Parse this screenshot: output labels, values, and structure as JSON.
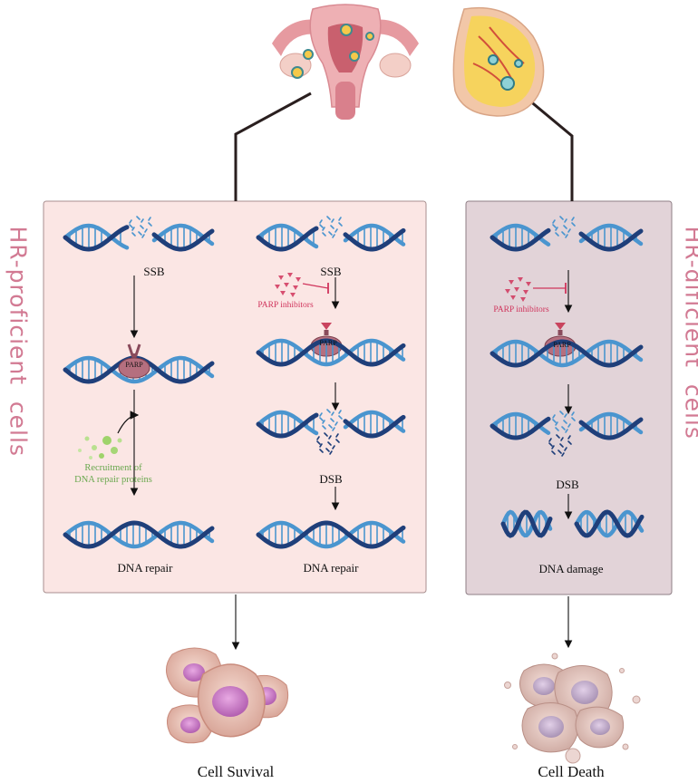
{
  "side_labels": {
    "left": "HR-proficient  cells",
    "right": "HR-dificient  cells"
  },
  "panel_left_col1": {
    "ssb": "SSB",
    "parp": "PARP",
    "recruitment_line1": "Recruitment of",
    "recruitment_line2": "DNA repair proteins",
    "repair": "DNA repair"
  },
  "panel_left_col2": {
    "ssb": "SSB",
    "inhibitors": "PARP inhibitors",
    "parp": "PARP",
    "dsb": "DSB",
    "repair": "DNA repair"
  },
  "panel_right": {
    "inhibitors": "PARP inhibitors",
    "parp": "PARP",
    "dsb": "DSB",
    "damage": "DNA damage"
  },
  "outcomes": {
    "survival": "Cell Suvival",
    "death": "Cell Death"
  },
  "colors": {
    "panel_left": "#fbe6e4",
    "panel_right": "#e2d3d8",
    "dna_dark": "#1f3f7a",
    "dna_light": "#4a95cf",
    "label_pink": "#d27a93",
    "inhibitor_red": "#d0345c",
    "protein_green": "#8bc34a"
  },
  "icons": [
    "uterus-ovaries-icon",
    "breast-tissue-icon",
    "parp-enzyme-icon",
    "parp-inhibitor-icon",
    "repair-proteins-icon",
    "surviving-cells-icon",
    "dying-cells-icon"
  ]
}
